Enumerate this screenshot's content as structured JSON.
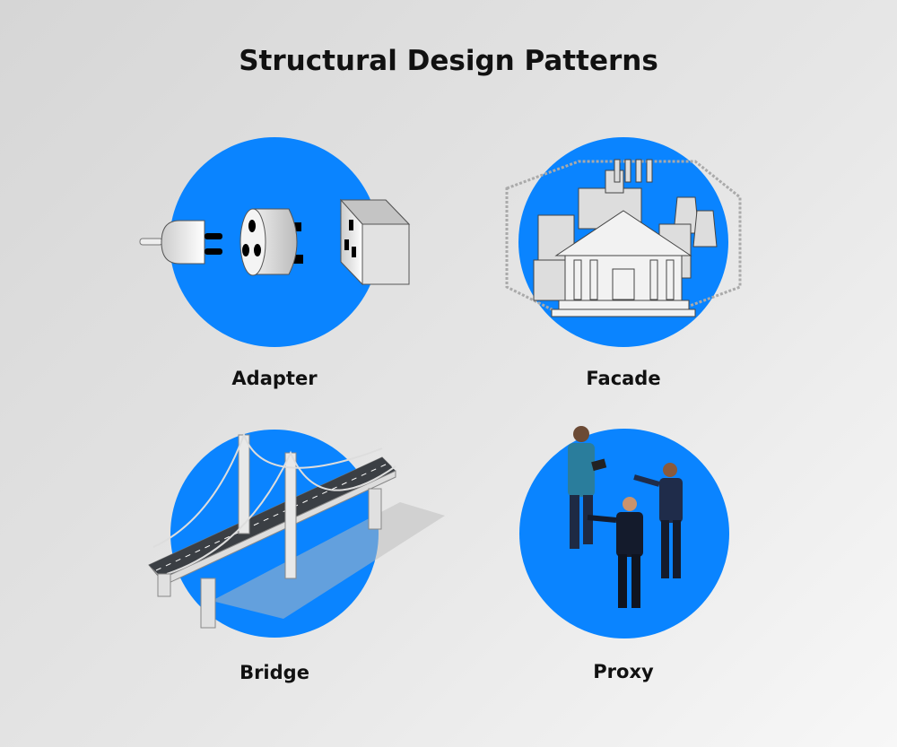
{
  "title": "Structural Design Patterns",
  "accent_color": "#0a84ff",
  "patterns": [
    {
      "label": "Adapter",
      "icon": "plug-adapter-icon"
    },
    {
      "label": "Facade",
      "icon": "building-facade-icon"
    },
    {
      "label": "Bridge",
      "icon": "bridge-icon"
    },
    {
      "label": "Proxy",
      "icon": "people-proxy-icon"
    }
  ]
}
